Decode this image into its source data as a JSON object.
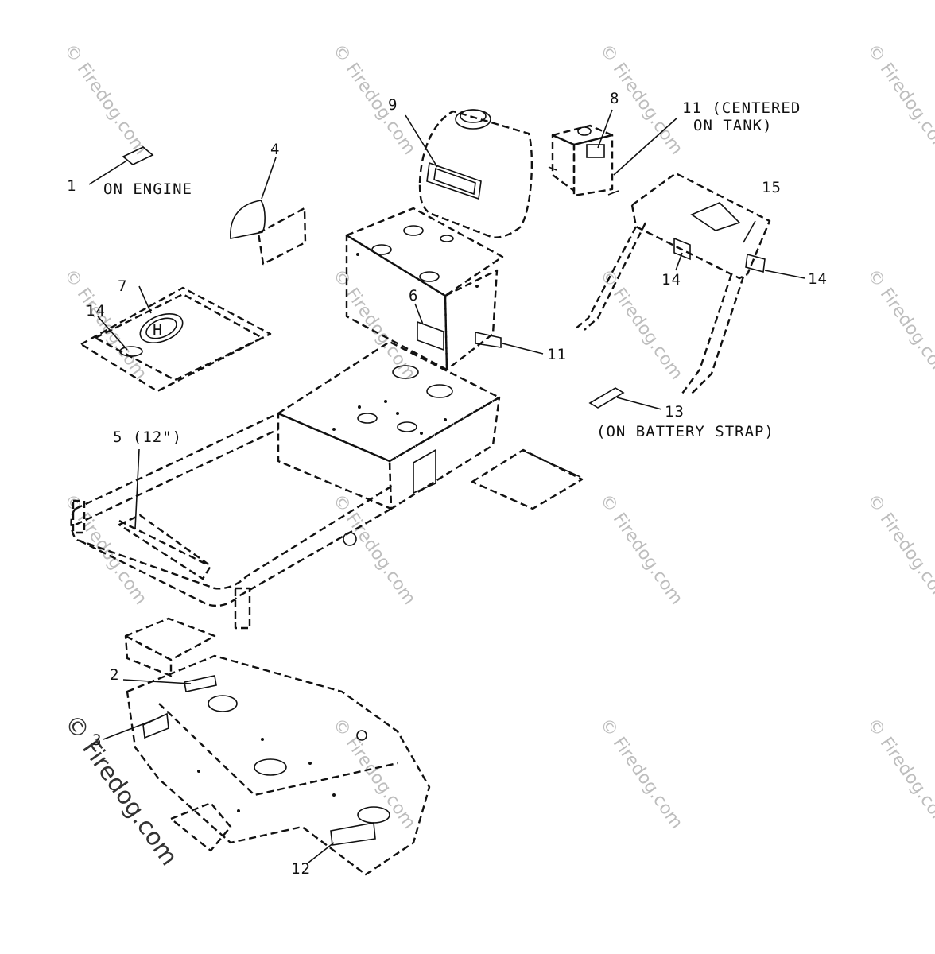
{
  "labels": {
    "l1": "1",
    "l1_note": "ON ENGINE",
    "l2": "2",
    "l3": "3",
    "l4": "4",
    "l5": "5 (12\")",
    "l6": "6",
    "l7": "7",
    "l8": "8",
    "l9": "9",
    "l11_a_line1": "11 (CENTERED",
    "l11_a_line2": "ON TANK)",
    "l11_b": "11",
    "l12": "12",
    "l13": "13",
    "l13_note": "(ON BATTERY STRAP)",
    "l14_a": "14",
    "l14_b": "14",
    "l14_c": "14",
    "l15": "15"
  },
  "watermark": {
    "text": "© Firedog.com"
  },
  "colors": {
    "line": "#111111",
    "watermark": "#bdbdbd",
    "background": "#ffffff"
  }
}
